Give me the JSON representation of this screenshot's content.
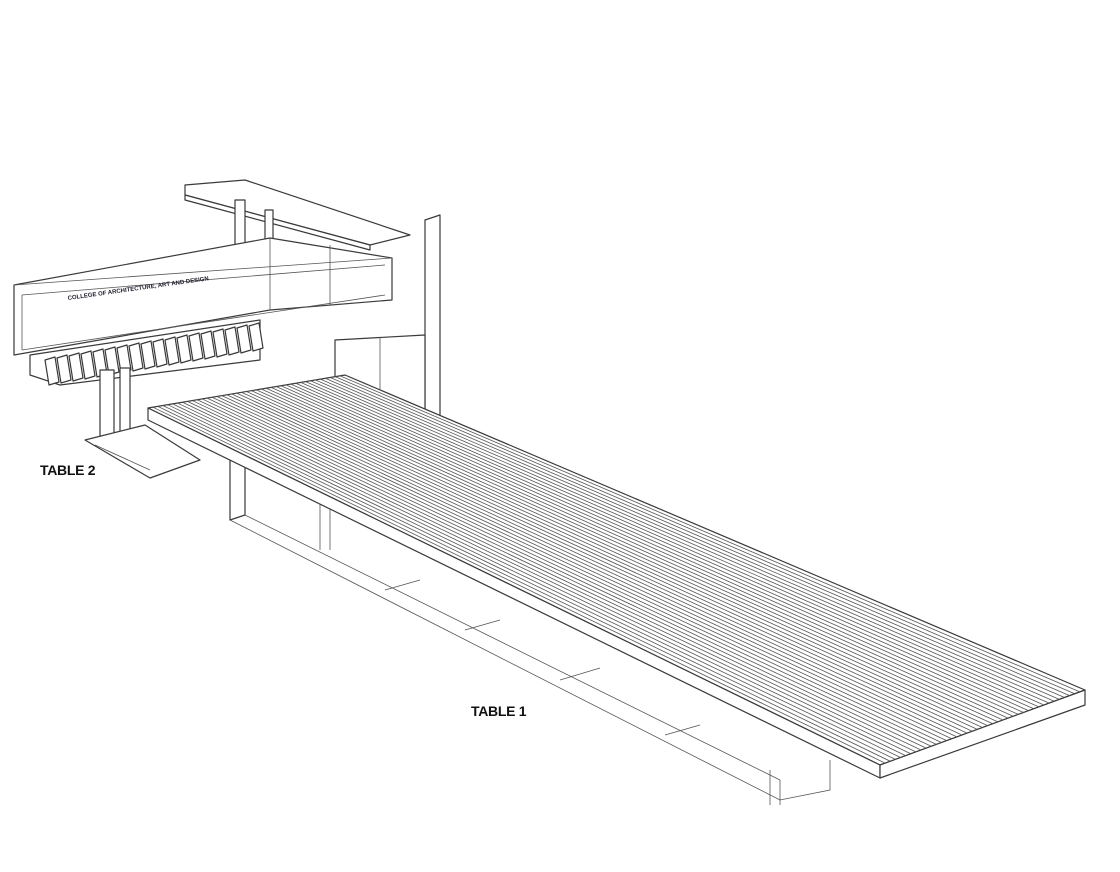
{
  "labels": {
    "table1": "TABLE 1",
    "table2": "TABLE 2"
  },
  "display_case": {
    "signage": "COLLEGE OF ARCHITECTURE, ART AND DESIGN"
  }
}
